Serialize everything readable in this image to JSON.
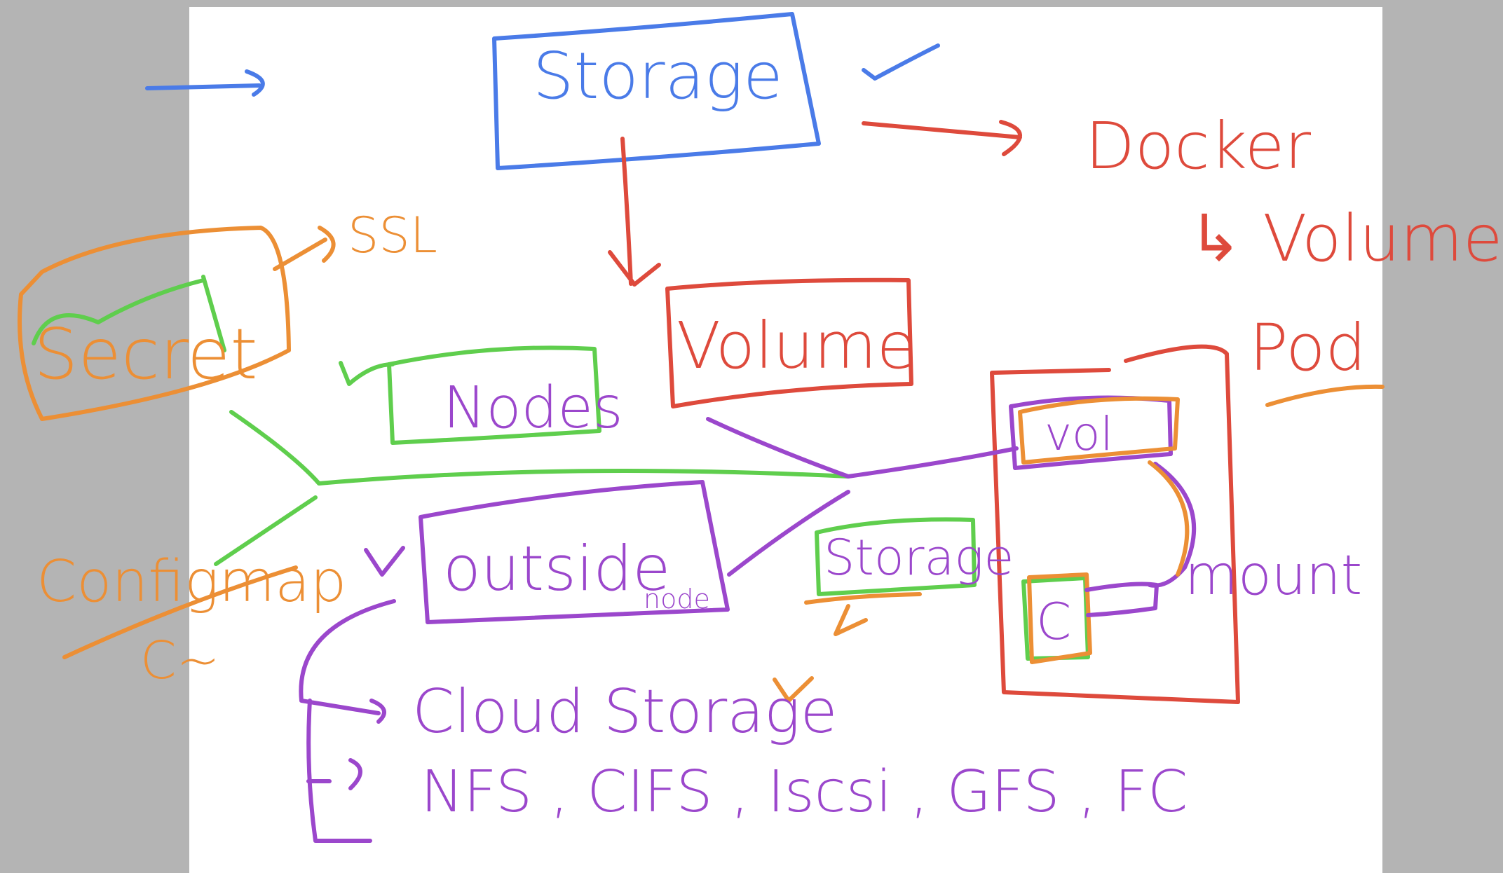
{
  "colors": {
    "blue": "#4a7be8",
    "red": "#de4a3c",
    "orange": "#ec8f35",
    "green": "#5fce4d",
    "purple": "#9b47cc",
    "canvas": "#ffffff",
    "background": "#b4b4b4"
  },
  "labels": {
    "storage": "Storage",
    "docker": "Docker",
    "docker_volume": "↳ Volume",
    "volume": "Volume",
    "pod": "Pod",
    "secret": "Secret",
    "ssl": "SSL",
    "nodes": "Nodes",
    "configmap": "Configmap",
    "configmap_sub": "C~",
    "outside": "outside",
    "outside_sub": "node",
    "storage_small": "Storage",
    "vol": "vol",
    "container": "C",
    "mount": "mount",
    "cloud_storage": "Cloud Storage",
    "protocols": "NFS , CIFS , Iscsi , GFS , FC"
  }
}
